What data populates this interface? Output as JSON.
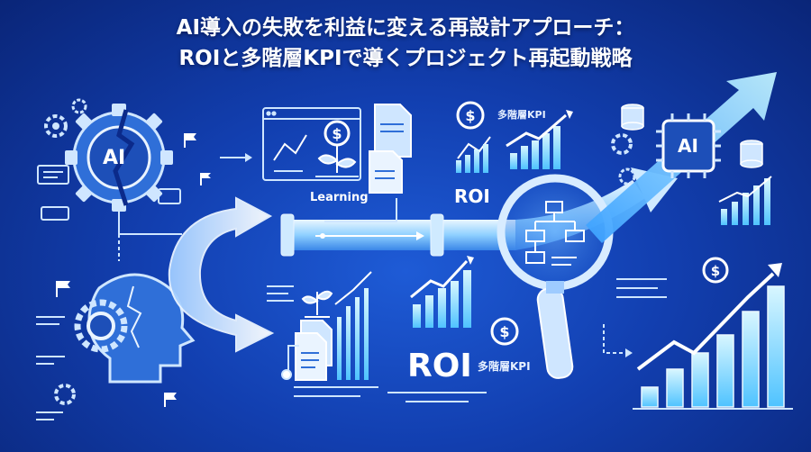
{
  "title": {
    "line1": "AI導入の失敗を利益に変える再設計アプローチ：",
    "line2": "ROIと多階層KPIで導くプロジェクト再起動戦略"
  },
  "labels": {
    "ai_left": "AI",
    "ai_right": "AI",
    "learning": "Learning",
    "roi_top": "ROI",
    "kpi_top": "多階層KPI",
    "roi_bottom": "ROI",
    "kpi_bottom": "多階層KPI"
  },
  "icons": {
    "dollar": "$"
  },
  "colors": {
    "background": "#123fb0",
    "accent": "#7fd4ff",
    "line": "#cfe6ff",
    "white": "#ffffff"
  }
}
